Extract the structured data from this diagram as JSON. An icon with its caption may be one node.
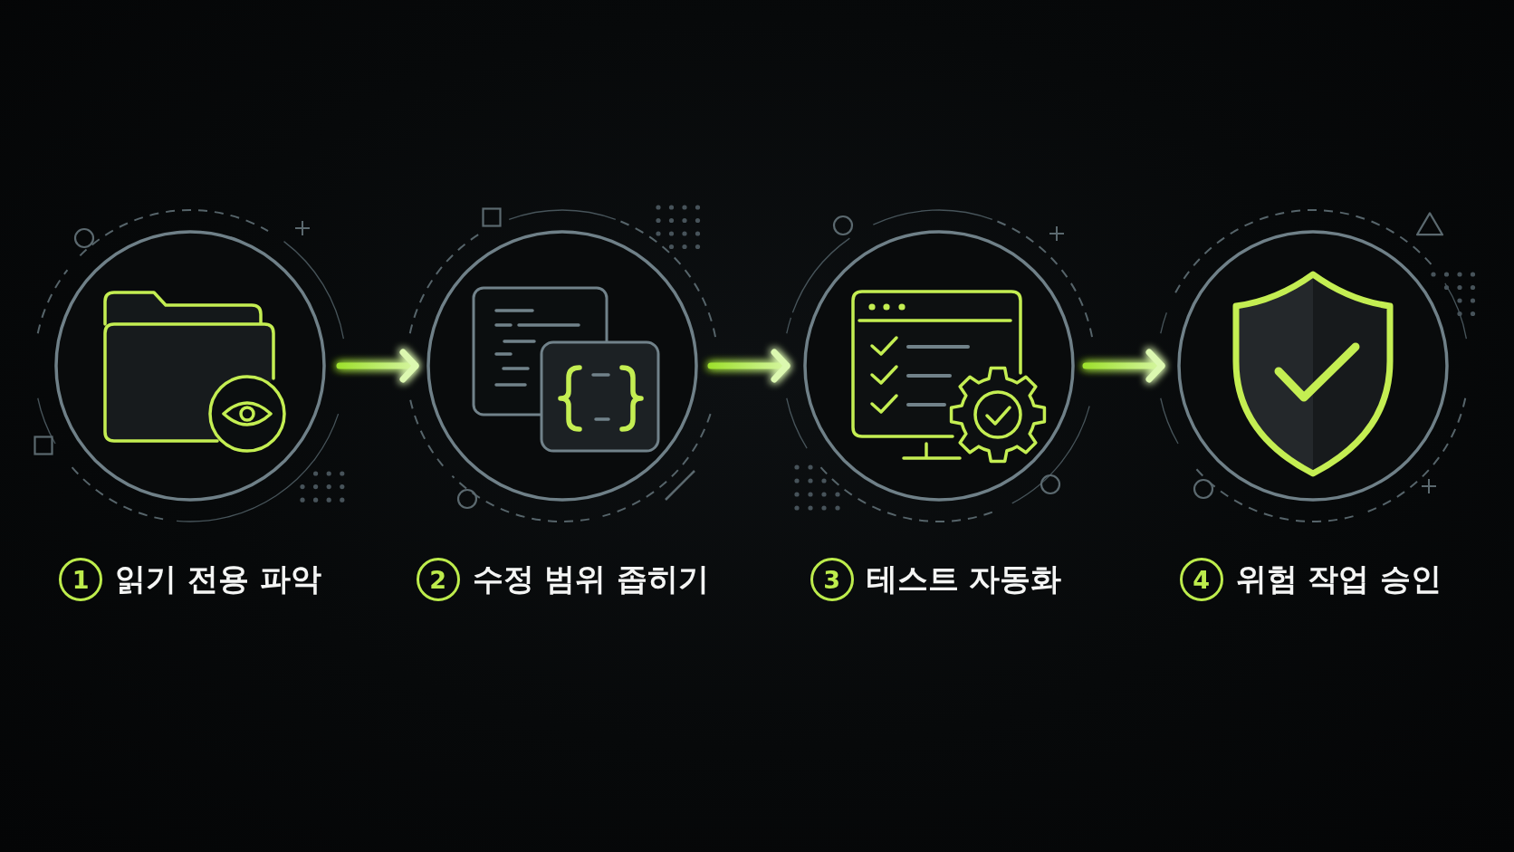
{
  "diagram": {
    "nodes": [
      {
        "text": [
          "1",
          "읽기 전용 파악"
        ]
      },
      {
        "text": [
          "2",
          "수정 범위 좁히기"
        ]
      },
      {
        "text": [
          "3",
          "테스트 자동화"
        ]
      },
      {
        "text": [
          "4",
          "위험 작업 승인"
        ]
      }
    ],
    "edges": [
      {
        "from": 0,
        "to": 1,
        "arrow": "to"
      },
      {
        "from": 1,
        "to": 2,
        "arrow": "to"
      },
      {
        "from": 2,
        "to": 3,
        "arrow": "to"
      }
    ]
  }
}
